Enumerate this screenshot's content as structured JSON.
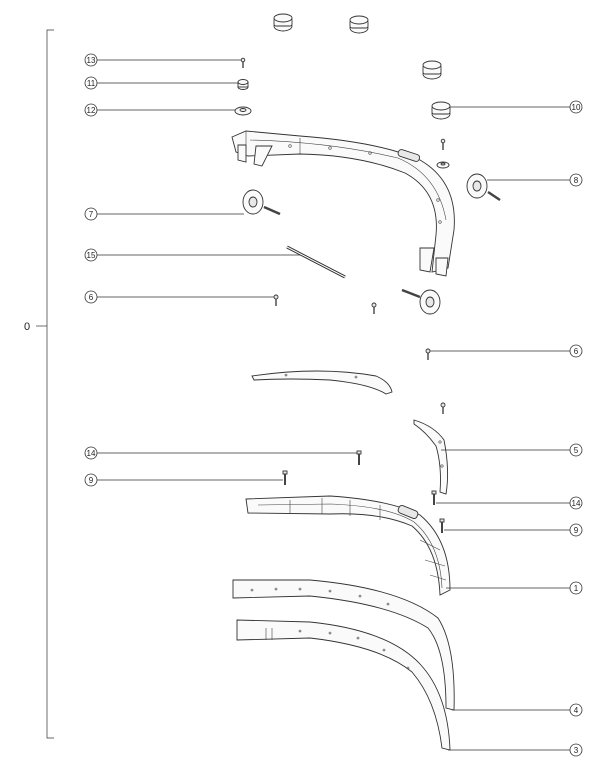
{
  "assembly": {
    "label": "0"
  },
  "callouts": [
    {
      "id": "c13",
      "num": "13"
    },
    {
      "id": "c11",
      "num": "11"
    },
    {
      "id": "c12",
      "num": "12"
    },
    {
      "id": "c10",
      "num": "10"
    },
    {
      "id": "c8",
      "num": "8"
    },
    {
      "id": "c7",
      "num": "7"
    },
    {
      "id": "c15",
      "num": "15"
    },
    {
      "id": "c6a",
      "num": "6"
    },
    {
      "id": "c6b",
      "num": "6"
    },
    {
      "id": "c5",
      "num": "5"
    },
    {
      "id": "c14a",
      "num": "14"
    },
    {
      "id": "c9a",
      "num": "9"
    },
    {
      "id": "c14b",
      "num": "14"
    },
    {
      "id": "c9b",
      "num": "9"
    },
    {
      "id": "c1",
      "num": "1"
    },
    {
      "id": "c4",
      "num": "4"
    },
    {
      "id": "c3",
      "num": "3"
    }
  ]
}
